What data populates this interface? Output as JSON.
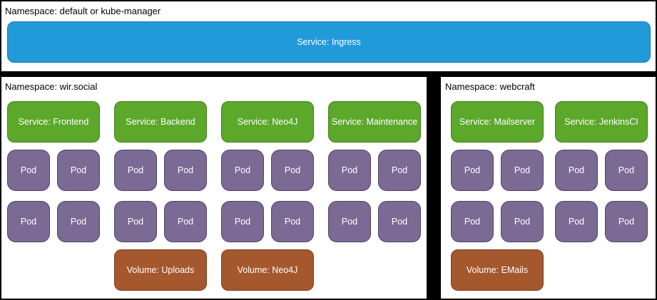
{
  "colors": {
    "background": "#000000",
    "panel_bg": "#ffffff",
    "label_text": "#000000",
    "box_text": "#ffffff",
    "ingress_fill": "#219ad9",
    "ingress_border": "#1779ae",
    "service_fill": "#5ca82a",
    "service_border": "#447f1c",
    "pod_fill": "#7a6a94",
    "pod_border": "#53406b",
    "volume_fill": "#a5582e",
    "volume_border": "#7a3e20"
  },
  "top_namespace": {
    "label": "Namespace: default or kube-manager",
    "service": "Service: Ingress"
  },
  "left_namespace": {
    "label": "Namespace: wir.social",
    "columns": [
      {
        "service": "Service: Frontend",
        "pods": [
          "Pod",
          "Pod",
          "Pod",
          "Pod"
        ]
      },
      {
        "service": "Service: Backend",
        "pods": [
          "Pod",
          "Pod",
          "Pod",
          "Pod"
        ],
        "volume": "Volume: Uploads"
      },
      {
        "service": "Service: Neo4J",
        "pods": [
          "Pod",
          "Pod",
          "Pod",
          "Pod"
        ],
        "volume": "Volume: Neo4J"
      },
      {
        "service": "Service: Maintenance",
        "pods": [
          "Pod",
          "Pod",
          "Pod",
          "Pod"
        ]
      }
    ]
  },
  "right_namespace": {
    "label": "Namespace: webcraft",
    "columns": [
      {
        "service": "Service: Mailserver",
        "pods": [
          "Pod",
          "Pod",
          "Pod",
          "Pod"
        ],
        "volume": "Volume: EMails"
      },
      {
        "service": "Service: JenkinsCI",
        "pods": [
          "Pod",
          "Pod",
          "Pod",
          "Pod"
        ]
      }
    ]
  }
}
